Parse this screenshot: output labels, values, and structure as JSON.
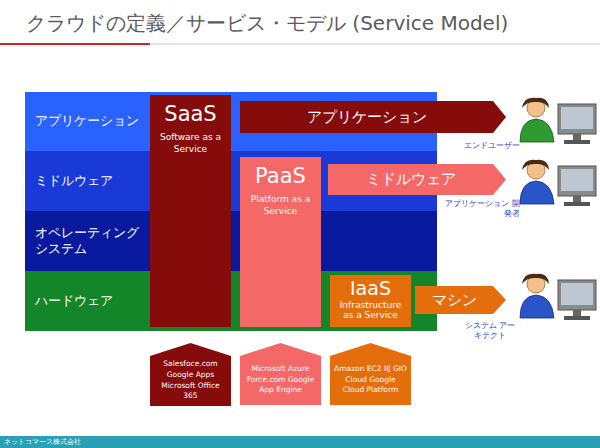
{
  "diagram": {
    "title": "クラウドの定義／サービス・モデル (Service Model)",
    "nodes": [
      {
        "text": [
          "アプリケーション"
        ]
      },
      {
        "text": [
          "ミドルウェア"
        ]
      },
      {
        "text": [
          "オペレーティング システム"
        ]
      },
      {
        "text": [
          "ハードウェア"
        ]
      },
      {
        "text": [
          "SaaS",
          "Software as a Service"
        ]
      },
      {
        "text": [
          "アプリケーション"
        ]
      },
      {
        "text": [
          "PaaS",
          "Platform as a Service"
        ]
      },
      {
        "text": [
          "ミドルウェア"
        ]
      },
      {
        "text": [
          "IaaS",
          "Infrastructure as a Service"
        ]
      },
      {
        "text": [
          "マシン"
        ]
      },
      {
        "text": [
          "Salesfoce.com Google Apps Microsoft Office 365"
        ]
      },
      {
        "text": [
          "Microsoft Azure Force.com Google App Engine"
        ]
      },
      {
        "text": [
          "Amazon EC2 IIJ GIO Cloud Google Cloud Platform"
        ]
      }
    ],
    "labels": [
      "エンドユーザー",
      "アプリケーション 開発者",
      "システム アーキテクト",
      "ネットコマース株式会社"
    ]
  }
}
